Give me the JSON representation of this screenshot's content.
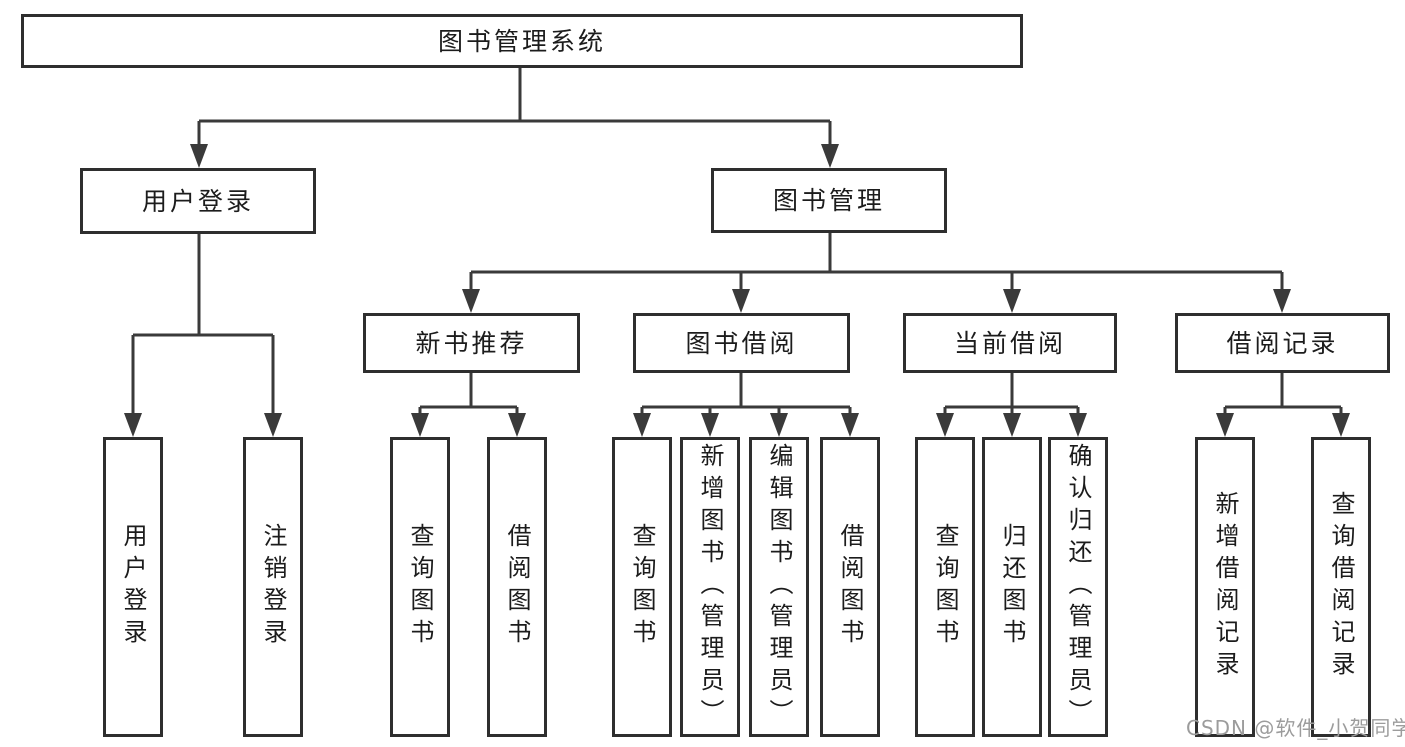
{
  "diagram_title": "图书管理系统",
  "tree": {
    "root": {
      "label": "图书管理系统"
    },
    "branches": [
      {
        "label": "用户登录",
        "children": [
          {
            "label": "用户登录"
          },
          {
            "label": "注销登录"
          }
        ]
      },
      {
        "label": "图书管理",
        "groups": [
          {
            "label": "新书推荐",
            "children": [
              {
                "label": "查询图书"
              },
              {
                "label": "借阅图书"
              }
            ]
          },
          {
            "label": "图书借阅",
            "children": [
              {
                "label": "查询图书"
              },
              {
                "label": "新增图书（管理员）"
              },
              {
                "label": "编辑图书（管理员）"
              },
              {
                "label": "借阅图书"
              }
            ]
          },
          {
            "label": "当前借阅",
            "children": [
              {
                "label": "查询图书"
              },
              {
                "label": "归还图书"
              },
              {
                "label": "确认归还（管理员）"
              }
            ]
          },
          {
            "label": "借阅记录",
            "children": [
              {
                "label": "新增借阅记录"
              },
              {
                "label": "查询借阅记录"
              }
            ]
          }
        ]
      }
    ]
  },
  "watermark": {
    "text": "CSDN @软件_小贺同学",
    "color": "#9c9c9c"
  },
  "colors": {
    "background": "#ffffff",
    "box_border": "#2e2e2e",
    "connector_line": "#3a3a3a",
    "text": "#1c1c1c"
  }
}
